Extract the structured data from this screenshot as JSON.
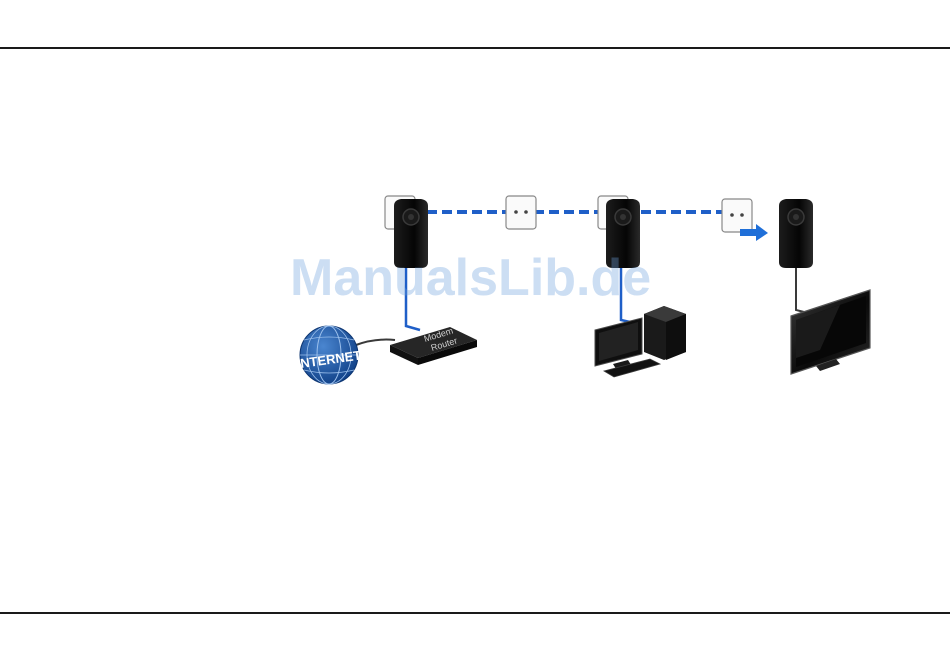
{
  "labels": {
    "internet": "INTERNET",
    "modem_line1": "Modem",
    "modem_line2": "Router"
  },
  "watermark": "ManualsLib.de",
  "colors": {
    "powerline": "#1f5fc8",
    "cable": "#3a3a3a",
    "globe": "#1c58a8",
    "rule": "#1a1a1a"
  }
}
